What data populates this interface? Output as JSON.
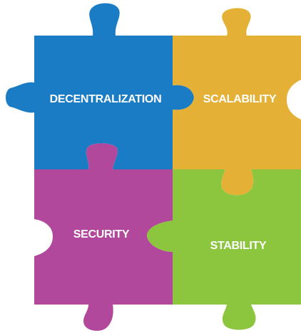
{
  "puzzle": {
    "pieces": [
      {
        "label": "DECENTRALIZATION",
        "color": "#1a7cc4"
      },
      {
        "label": "SCALABILITY",
        "color": "#e4b136"
      },
      {
        "label": "SECURITY",
        "color": "#b2489b"
      },
      {
        "label": "STABILITY",
        "color": "#8cc63e"
      }
    ],
    "background_color": "#ffffff"
  }
}
